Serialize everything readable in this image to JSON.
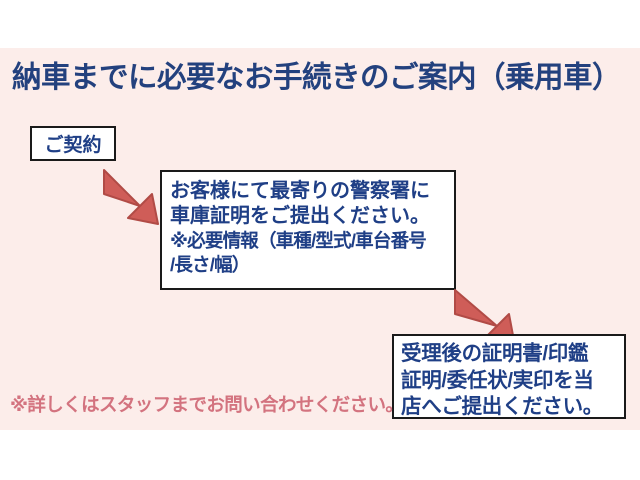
{
  "document": {
    "title": "納車までに必要なお手続きのご案内（乗用車）",
    "background_color": "#fcedea",
    "title_color": "#23417e",
    "note_color": "#d3737f",
    "arrow_color": "#cf5d58"
  },
  "flow": {
    "start_node": {
      "label": "ご契約"
    },
    "step_1": {
      "lines": [
        "お客様にて最寄りの警察署に",
        "車庫証明をご提出ください。",
        "※必要情報（車種/型式/車台番号",
        "/長さ/幅）"
      ]
    },
    "step_2": {
      "lines": [
        "受理後の証明書/印鑑",
        "証明/委任状/実印を当",
        "店へご提出ください。"
      ]
    },
    "arrows": [
      {
        "name": "arrow-contract-to-garage",
        "direction": "down-right"
      },
      {
        "name": "arrow-garage-to-submit",
        "direction": "down-right"
      }
    ]
  },
  "footer": {
    "note": "※詳しくはスタッフまでお問い合わせください。"
  }
}
